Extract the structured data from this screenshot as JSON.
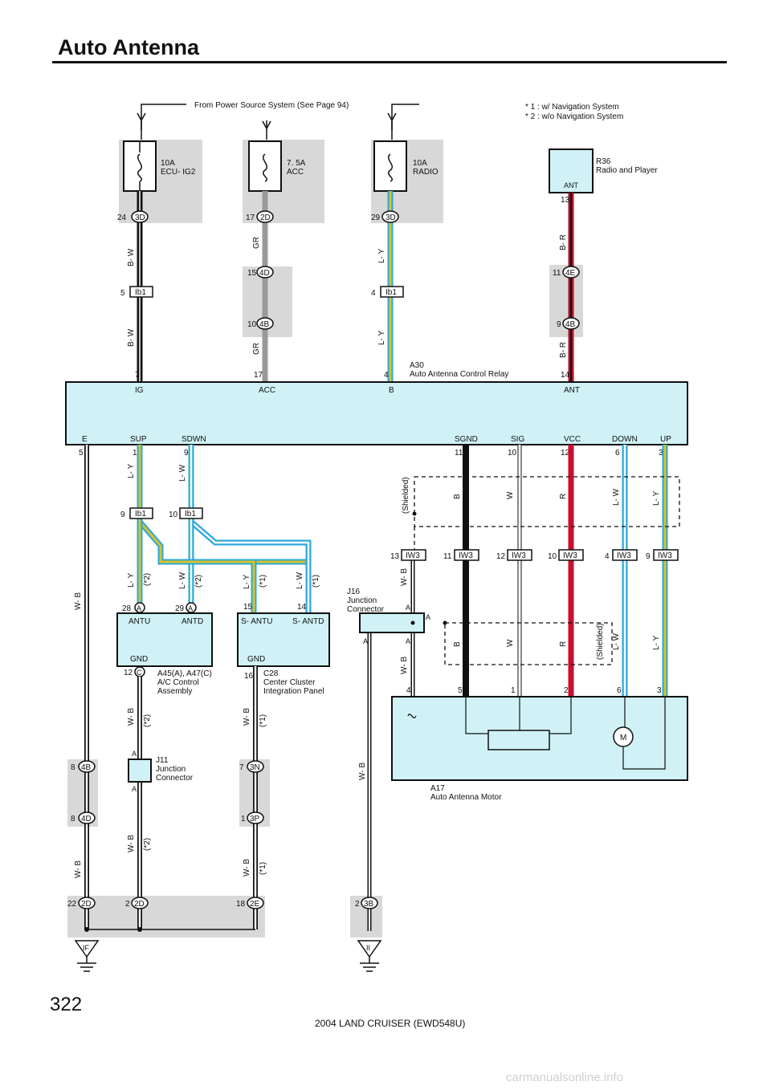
{
  "page": {
    "title": "Auto Antenna",
    "page_number": "322",
    "footer": "2004 LAND CRUISER (EWD548U)",
    "watermark": "carmanualsonline.info"
  },
  "colors": {
    "bw": "#111111",
    "gr": "#9a9a9a",
    "ly_outer": "#2aa8dc",
    "ly_inner": "#d6c22a",
    "lw_inner": "#ffffff",
    "br": "#b01228",
    "red": "#c8102e",
    "w": "#ffffff",
    "box": "#d0f2f6",
    "shade": "#d8d8d8"
  },
  "notes": {
    "power_source": "From Power Source System (See Page 94)",
    "note1": "*  1 : w/ Navigation System",
    "note2": "*  2 : w/o Navigation System"
  },
  "fuses": [
    {
      "rating": "10A",
      "name": "ECU- IG2"
    },
    {
      "rating": "7. 5A",
      "name": "ACC"
    },
    {
      "rating": "10A",
      "name": "RADIO"
    }
  ],
  "components": {
    "r36": {
      "id": "R36",
      "name": "Radio and Player",
      "pin": "ANT"
    },
    "a30": {
      "id": "A30",
      "name": "Auto Antenna Control Relay"
    },
    "a45": {
      "id": "A45(A), A47(C)",
      "name1": "A/C Control",
      "name2": "Assembly",
      "pins": [
        "ANTU",
        "ANTD",
        "GND"
      ]
    },
    "c28": {
      "id": "C28",
      "name1": "Center Cluster",
      "name2": "Integration Panel",
      "pins": [
        "S- ANTU",
        "S- ANTD",
        "GND"
      ]
    },
    "j16": {
      "id": "J16",
      "name1": "Junction",
      "name2": "Connector"
    },
    "j11": {
      "id": "J11",
      "name1": "Junction",
      "name2": "Connector"
    },
    "a17": {
      "id": "A17",
      "name": "Auto Antenna Motor",
      "motor": "M"
    }
  },
  "relay_pins_top": [
    "IG",
    "ACC",
    "B",
    "ANT"
  ],
  "relay_pins_bottom": [
    "E",
    "SUP",
    "SDWN",
    "SGND",
    "SIG",
    "VCC",
    "DOWN",
    "UP"
  ],
  "pin_numbers": {
    "top": [
      "7",
      "17",
      "4",
      "14"
    ],
    "bottom": [
      "5",
      "1",
      "9",
      "11",
      "10",
      "12",
      "6",
      "3"
    ],
    "motor": [
      "4",
      "5",
      "1",
      "2",
      "6",
      "3"
    ]
  },
  "connectors": {
    "f1": "3D",
    "f1n": "24",
    "f2": "2D",
    "f2n": "17",
    "f3": "3D",
    "f3n": "29",
    "ib_a": "Ib1",
    "ib_a_n": "5",
    "ib_b": "Ib1",
    "ib_b_n": "4",
    "c15": "4D",
    "c15n": "15",
    "c10": "4B",
    "c10n": "10",
    "r13": "13",
    "c4e": "4E",
    "c4en": "11",
    "c4b": "4B",
    "c4bn": "9",
    "ib9": "Ib1",
    "ib9n": "9",
    "ib10": "Ib1",
    "ib10n": "10",
    "iw": "IW3",
    "iwn": [
      "13",
      "11",
      "12",
      "10",
      "4",
      "9"
    ],
    "a28": "A",
    "a28n": "28",
    "a29": "A",
    "a29n": "29",
    "c15b": "15",
    "c14b": "14",
    "cC": "C",
    "cCn": "12",
    "c16": "16",
    "l4b": "4B",
    "l4bn": "8",
    "l4d": "4D",
    "l4dn": "8",
    "l3n": "3N",
    "l3nn": "7",
    "l3p": "3P",
    "l3pn": "1",
    "g2d": "2D",
    "g2dn": "22",
    "g2d2": "2D",
    "g2d2n": "2",
    "g2e": "2E",
    "g2en": "18",
    "g3b": "3B",
    "g3bn": "2",
    "j_a": "A",
    "ground_if": "IF",
    "ground_ii": "II"
  },
  "wire_labels": {
    "bw": "B- W",
    "gr": "GR",
    "ly": "L- Y",
    "br": "B- R",
    "lw": "L- W",
    "wb": "W- B",
    "b": "B",
    "w": "W",
    "r": "R",
    "shielded": "(Shielded)",
    "star1": "(*1)",
    "star2": "(*2)"
  }
}
